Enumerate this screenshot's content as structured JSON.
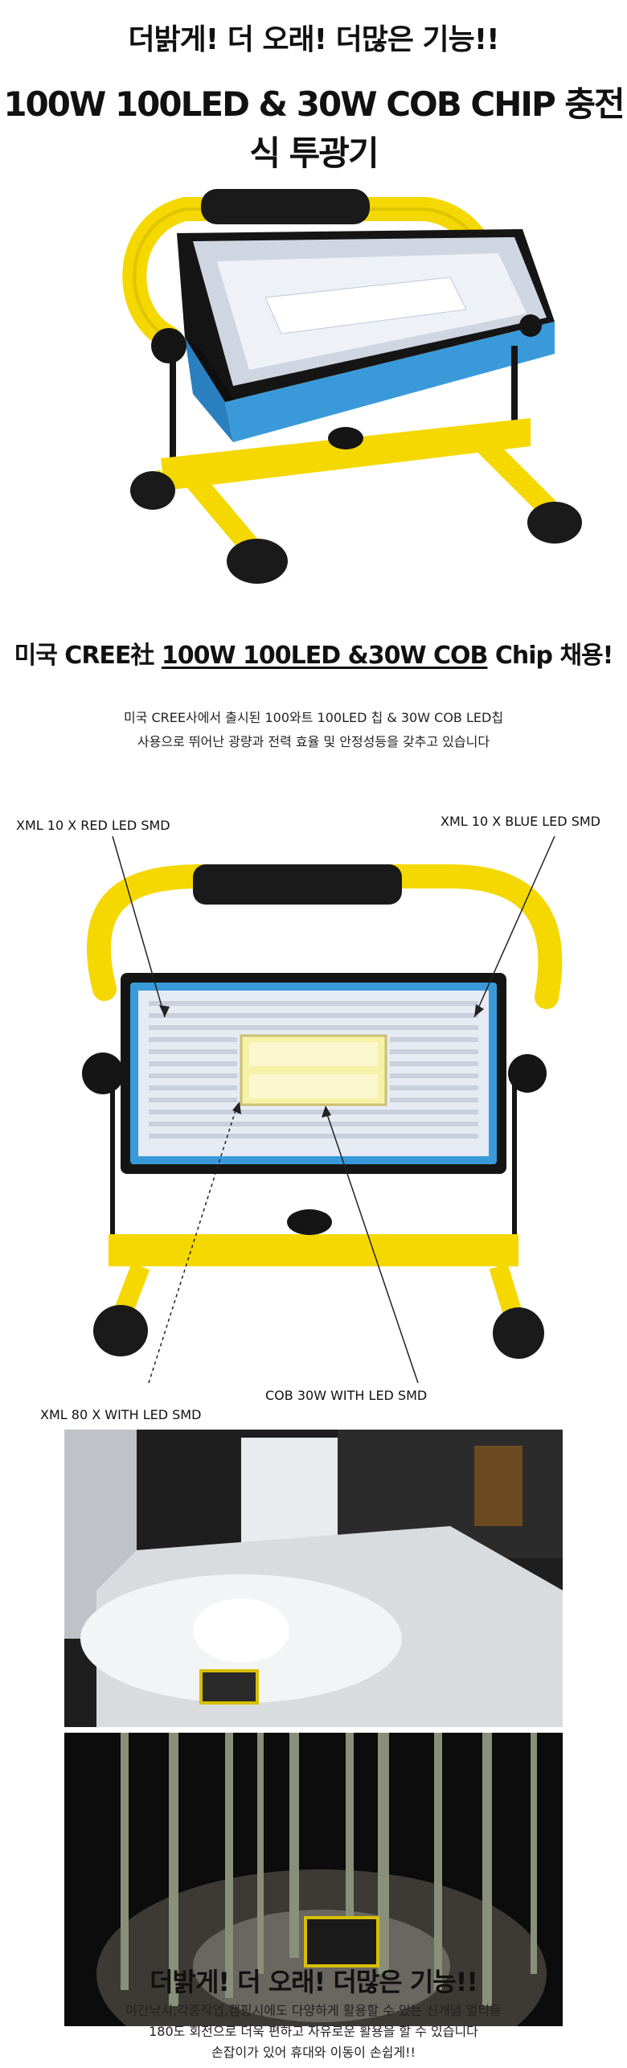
{
  "header": {
    "headline": "더밝게! 더 오래! 더많은 기능!!",
    "product_title": "100W 100LED & 30W COB CHIP 충전식 투광기"
  },
  "cree_section": {
    "claim_prefix": "미국 CREE社 ",
    "claim_underlined": "100W 100LED &30W COB",
    "claim_suffix": " Chip 채용!",
    "desc_line1": "미국 CREE사에서 출시된 100와트 100LED 칩 & 30W COB LED칩",
    "desc_line2": "사용으로 뛰어난 광량과 전력 효율 및 안정성등을 갖추고 있습니다"
  },
  "diagram_labels": {
    "red_led": "XML 10 X RED LED SMD",
    "blue_led": "XML 10 X BLUE LED SMD",
    "white_led": "XML 80 X WITH LED SMD",
    "cob": "COB 30W WITH LED SMD"
  },
  "footer": {
    "headline": "더밝게! 더 오래! 더많은 기능!!",
    "line1": "야간낚시,각종작업,캠핑시에도 다양하게 활용할 수 있는 신개념 멀티등",
    "line2": "180도 회전으로 더욱 편하고 자유로운 활용을 할 수 있습니다",
    "line3": "손잡이가 있어 휴대와 이동이 손쉽게!!"
  },
  "colors": {
    "frame_yellow": "#f5d800",
    "housing_black": "#151515",
    "housing_blue": "#3a9ad9",
    "led_white": "#f4f6fb"
  }
}
